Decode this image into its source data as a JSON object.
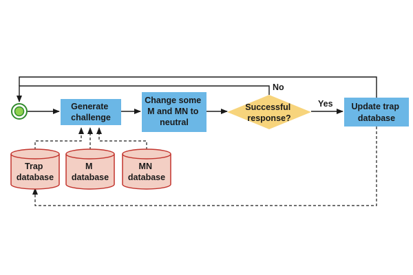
{
  "diagram": {
    "nodes": {
      "generate": {
        "lines": [
          "Generate",
          "challenge"
        ]
      },
      "change": {
        "lines": [
          "Change some",
          "M and MN to",
          "neutral"
        ]
      },
      "decision": {
        "lines": [
          "Successful",
          "response?"
        ]
      },
      "update": {
        "lines": [
          "Update trap",
          "database"
        ]
      },
      "trap_db": {
        "lines": [
          "Trap",
          "database"
        ]
      },
      "m_db": {
        "lines": [
          "M",
          "database"
        ]
      },
      "mn_db": {
        "lines": [
          "MN",
          "database"
        ]
      }
    },
    "edges": {
      "no_label": "No",
      "yes_label": "Yes"
    }
  },
  "colors": {
    "process_fill": "#6bb7e6",
    "decision_fill": "#f7d47c",
    "database_fill": "#f3cfc4",
    "database_stroke": "#c2342d",
    "start_ring": "#2f8a2b",
    "start_fill": "#8fd14f",
    "line": "#1a1a1a"
  }
}
